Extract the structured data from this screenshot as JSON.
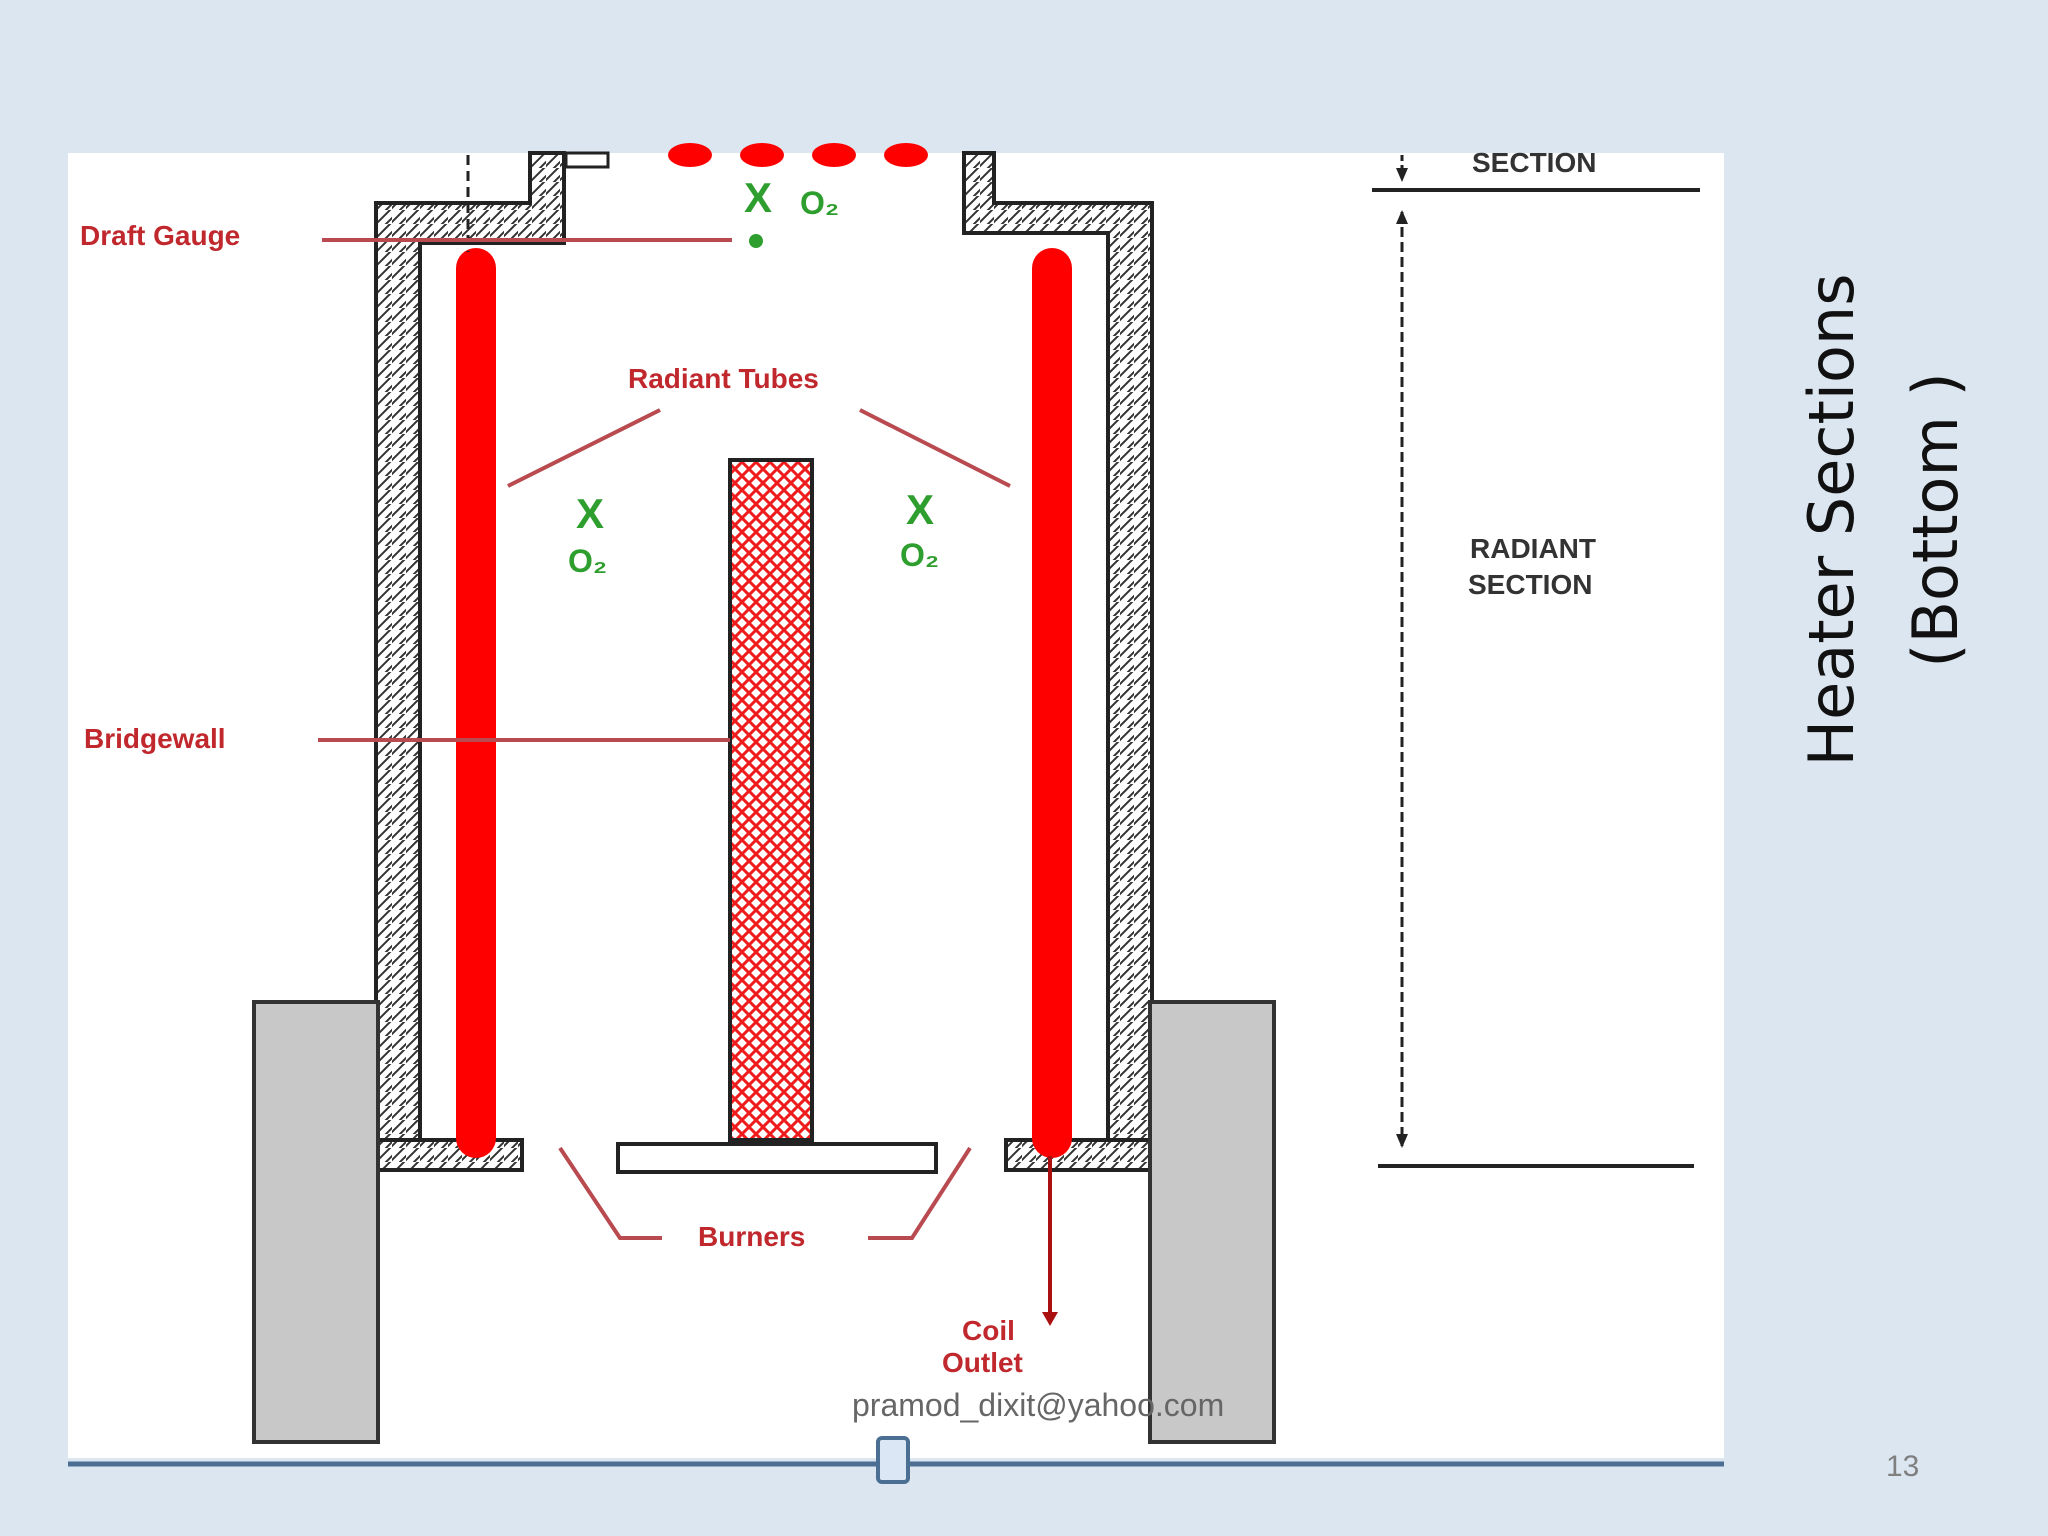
{
  "slide": {
    "title_line1": "Heater Sections",
    "title_line2": "(Bottom )",
    "page_number": "13"
  },
  "diagram": {
    "labels": {
      "draft_gauge": "Draft Gauge",
      "radiant_tubes": "Radiant Tubes",
      "bridgewall": "Bridgewall",
      "burners": "Burners",
      "coil_outlet_line1": "Coil",
      "coil_outlet_line2": "Outlet",
      "radiant_section_line1": "RADIANT",
      "radiant_section_line2": "SECTION",
      "top_section": "SECTION",
      "o2_marker": "O₂",
      "x_marker": "X",
      "watermark": "pramod_dixit@yahoo.com"
    },
    "colors": {
      "tube_red": "#ff0000",
      "label_red": "#c0282d",
      "o2_green": "#2e9e2e",
      "pier_gray": "#c8c8c8",
      "slider_blue": "#4a6f93"
    }
  }
}
